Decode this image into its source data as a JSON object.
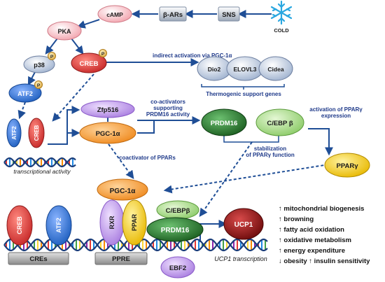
{
  "stimulus": {
    "cold": "COLD",
    "sns": "SNS",
    "beta_ars": "β-ARs"
  },
  "nodes": {
    "camp": "cAMP",
    "pka": "PKA",
    "p38": "p38",
    "creb_top": "CREB",
    "atf2_top": "ATF2",
    "p_badge": "P",
    "dio2": "Dio2",
    "elovl3": "ELOVL3",
    "cidea": "Cidea",
    "atf2_dna": "ATF2",
    "creb_dna": "CREB",
    "zfp516": "Zfp516",
    "pgc1a_mid": "PGC-1α",
    "prdm16_mid": "PRDM16",
    "cebpb_mid": "C/EBP β",
    "ppary": "PPARγ",
    "pgc1a_low": "PGC-1α",
    "rxr": "RXR",
    "ppar": "PPAR",
    "cebpb_low": "C/EBPβ",
    "prdm16_low": "PRDM16",
    "creb_low": "CREB",
    "atf2_low": "ATF2",
    "ucp1": "UCP1",
    "ebf2": "EBF2"
  },
  "annotations": {
    "indirect_activation": "indirect activation via PGC-1α",
    "thermogenic_support": "Thermogenic support genes",
    "coactivators_line1": "co-activators",
    "coactivators_line2": "supporting",
    "coactivators_line3": "PRDM16 activity",
    "activation_ppary_line1": "activation of PPARγ",
    "activation_ppary_line2": "expression",
    "stabilization_line1": "stabilization",
    "stabilization_line2": "of PPARγ function",
    "coactivator_ppars": "coactivator of PPARs",
    "transcriptional_activity": "transcriptional activity",
    "ucp1_transcription": "UCP1 transcription"
  },
  "boxes": {
    "cres": "CREs",
    "ppre": "PPRE"
  },
  "effects": [
    "↑ mitochondrial biogenesis",
    "↑ browning",
    "↑ fatty acid oxidation",
    "↑ oxidative metabolism",
    "↑ energy expenditure",
    "↓ obesity ↑ insulin sensitivity"
  ],
  "colors": {
    "arrow_blue": "#1f4e96",
    "pink": "#f5b8c0",
    "red": "#e03a3a",
    "blue": "#2f6fc4",
    "grey_blue": "#b9c5d9",
    "purple": "#c0a0e8",
    "orange": "#f3a14a",
    "yellow": "#f6d21e",
    "green": "#2e7d32",
    "light_green": "#a9d98b",
    "dark_red": "#9b1212",
    "snow": "#2aa7e0"
  }
}
